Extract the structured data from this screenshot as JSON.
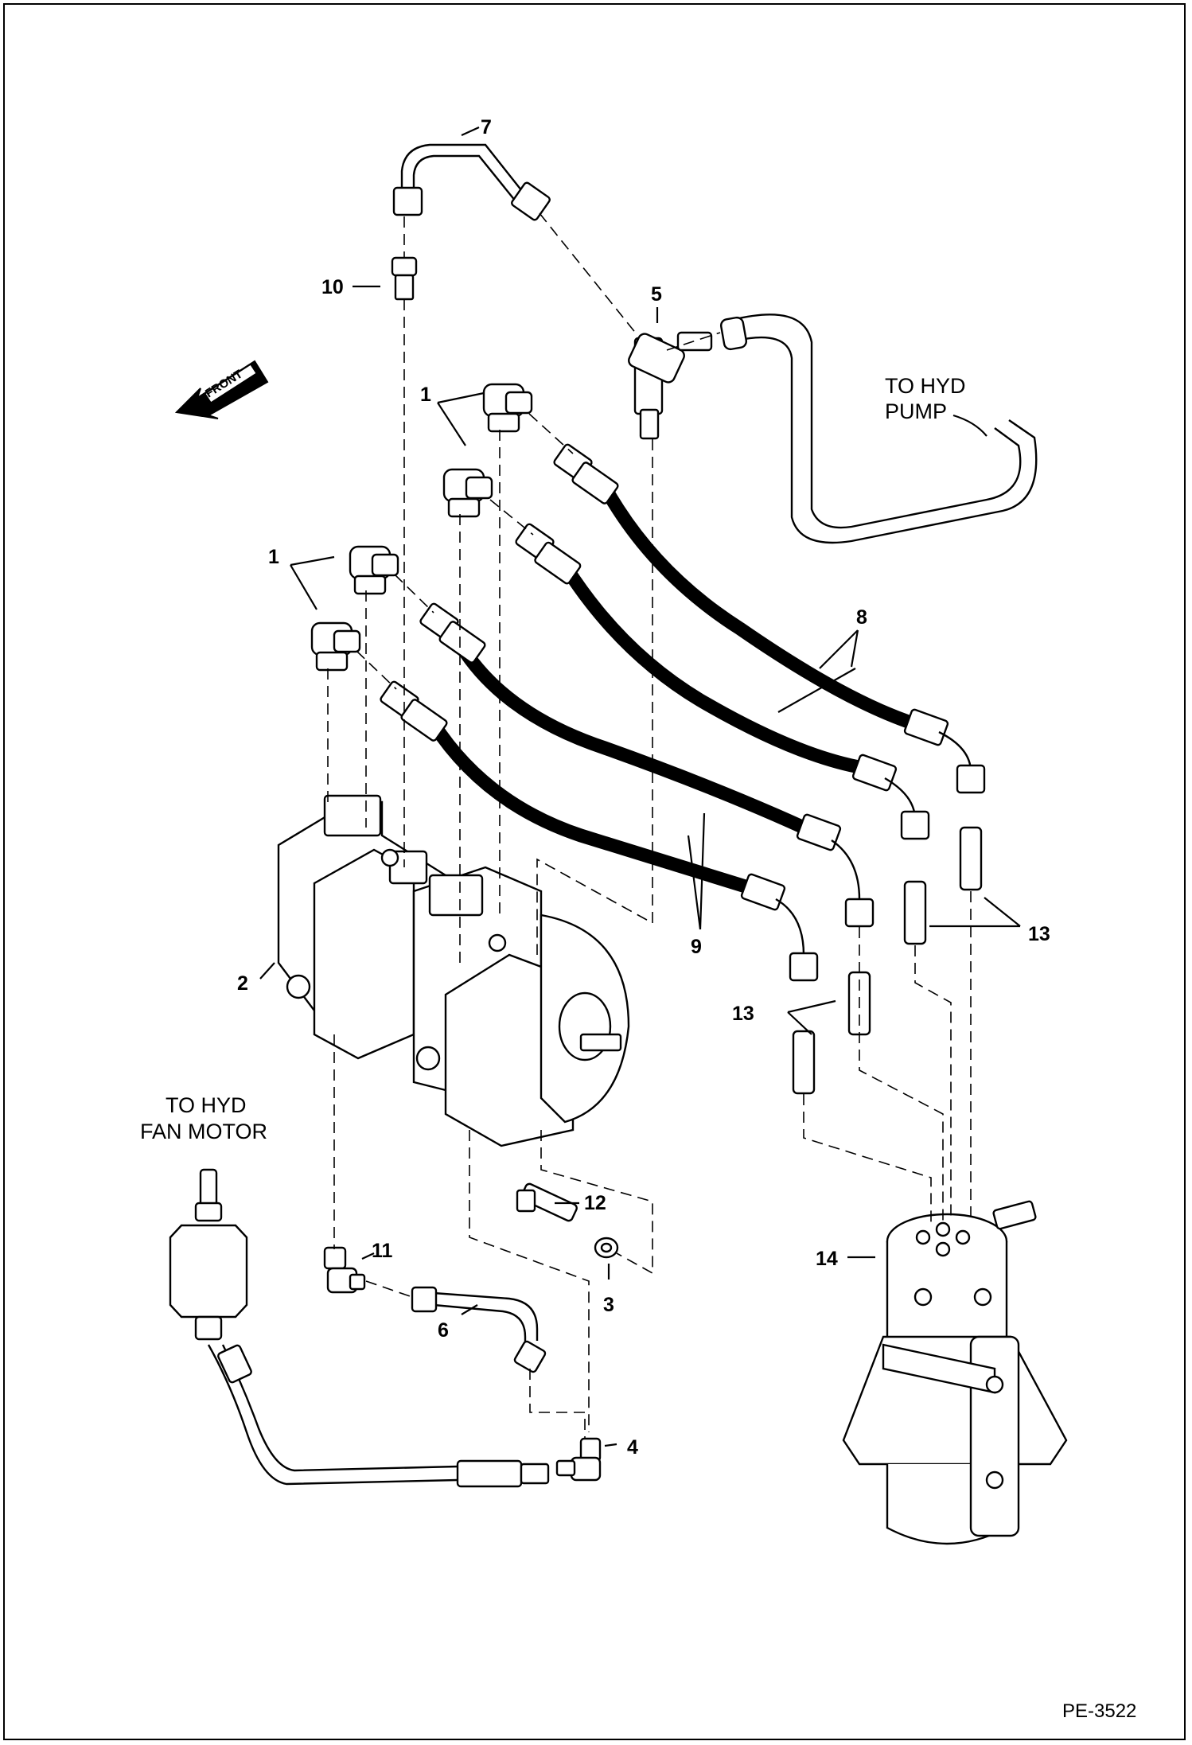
{
  "callouts": {
    "c1a": "1",
    "c1b": "1",
    "c2": "2",
    "c3": "3",
    "c4": "4",
    "c5": "5",
    "c6": "6",
    "c7": "7",
    "c8": "8",
    "c9": "9",
    "c10": "10",
    "c11": "11",
    "c12": "12",
    "c13a": "13",
    "c13b": "13",
    "c14": "14"
  },
  "notes": {
    "to_pump_line1": "TO HYD",
    "to_pump_line2": "PUMP",
    "to_fan_line1": "TO HYD",
    "to_fan_line2": "FAN MOTOR",
    "front_arrow": "FRONT"
  },
  "drawing_number": "PE-3522"
}
